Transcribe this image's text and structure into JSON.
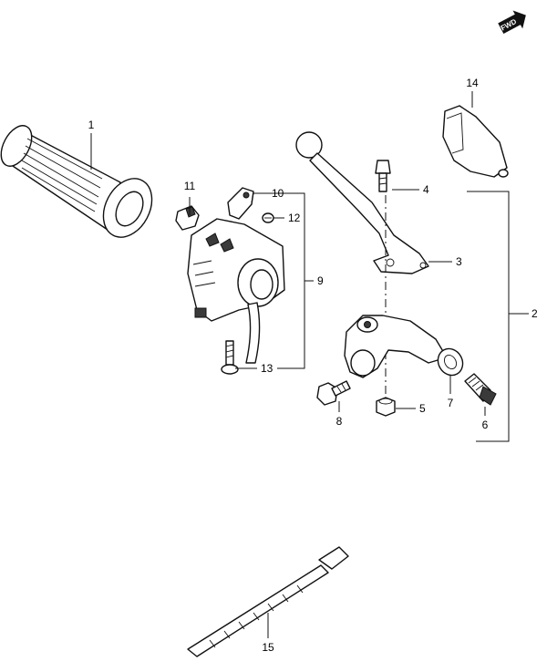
{
  "direction_badge": "FWD",
  "callouts": {
    "c1": "1",
    "c2": "2",
    "c3": "3",
    "c4": "4",
    "c5": "5",
    "c6": "6",
    "c7": "7",
    "c8": "8",
    "c9": "9",
    "c10": "10",
    "c11": "11",
    "c12": "12",
    "c13": "13",
    "c14": "14",
    "c15": "15"
  },
  "colors": {
    "line": "#111111",
    "background": "#ffffff"
  }
}
